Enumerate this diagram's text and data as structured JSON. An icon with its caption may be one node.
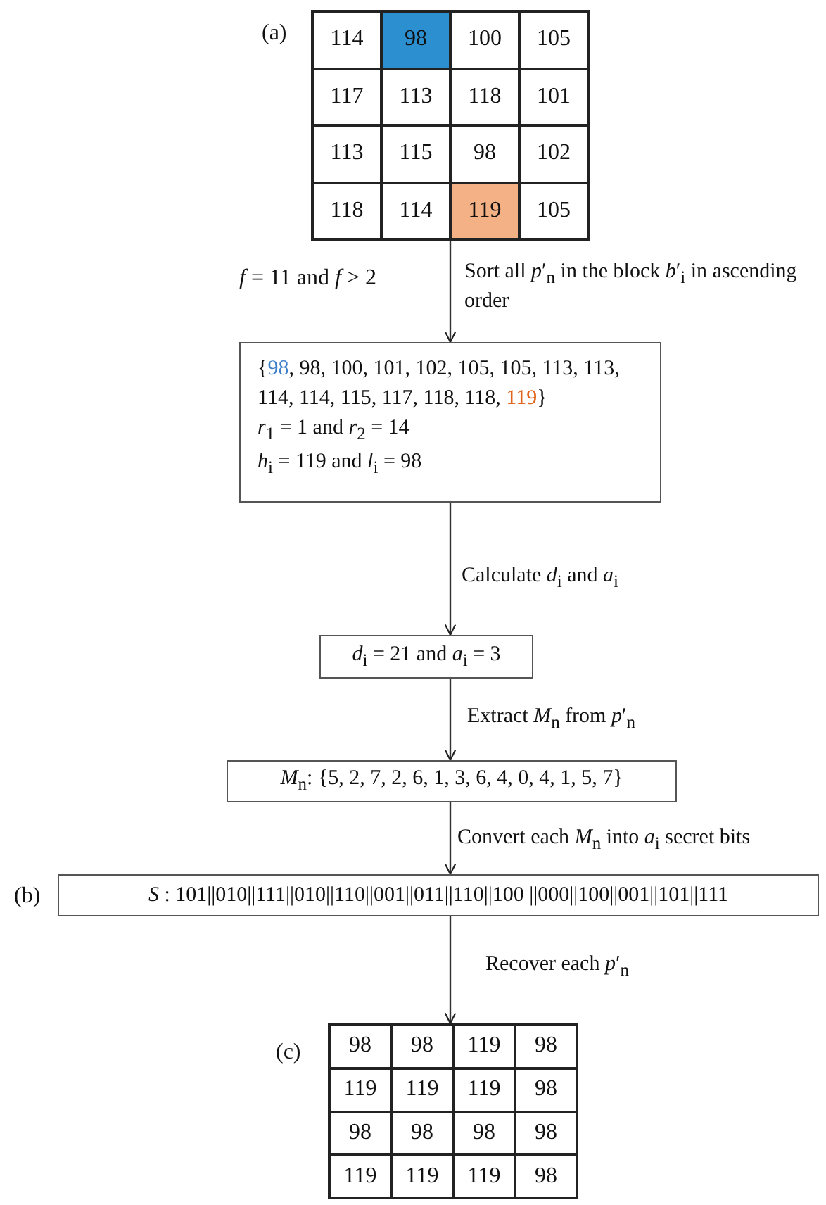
{
  "diagram": {
    "nodes": [
      {
        "text": [
          "114",
          "98",
          "100",
          "105",
          "117",
          "113",
          "118",
          "101",
          "113",
          "115",
          "98",
          "102",
          "118",
          "114",
          "119",
          "105"
        ],
        "beside": [
          "(a)"
        ]
      },
      {
        "text": [
          "{98, 98, 100, 101, 102, 105, 105, 113, 113, 114, 114, 115, 117, 118, 118, 119}",
          "*r*$_{1}$ = 1 and *r*$_{2}$ = 14",
          "*h*$_{i}$ = 119 and *l*$_{i}$ =  98"
        ]
      },
      {
        "text": [
          "*d*$_{i}$ = 21 and *a*$_{i}$ = 3"
        ]
      },
      {
        "text": [
          "*M*$_{n}$: {5, 2, 7, 2, 6, 1, 3, 6, 4, 0, 4, 1, 5, 7}"
        ]
      },
      {
        "text": [
          "*S* : 101||010||111||010||110||001||011||110||100 ||000||100||001||101||111"
        ],
        "beside": [
          "(b)"
        ]
      },
      {
        "text": [
          "98",
          "98",
          "119",
          "98",
          "119",
          "119",
          "119",
          "98",
          "98",
          "98",
          "98",
          "98",
          "119",
          "119",
          "119",
          "98"
        ],
        "beside": [
          "(c)"
        ]
      }
    ],
    "edges": [
      {
        "from": 0,
        "to": 1,
        "arrow": "to",
        "label": "Sort all *p*′$_{n}$  in the block *b*′$_{i}$ in ascending order"
      },
      {
        "from": 1,
        "to": 2,
        "arrow": "to",
        "label": "Calculate *d*$_{i}$ and *a*$_{i}$"
      },
      {
        "from": 2,
        "to": 3,
        "arrow": "to",
        "label": "Extract *M*$_{n}$ from *p*′$_{n}$"
      },
      {
        "from": 3,
        "to": 4,
        "arrow": "to",
        "label": "Convert each *M*$_{n}$ into *a*$_{i}$ secret bits"
      },
      {
        "from": 4,
        "to": 5,
        "arrow": "to",
        "label": "Recover each *p*′$_{n}$"
      }
    ],
    "labels": [
      "*f* = 11 and *f* > 2"
    ]
  }
}
